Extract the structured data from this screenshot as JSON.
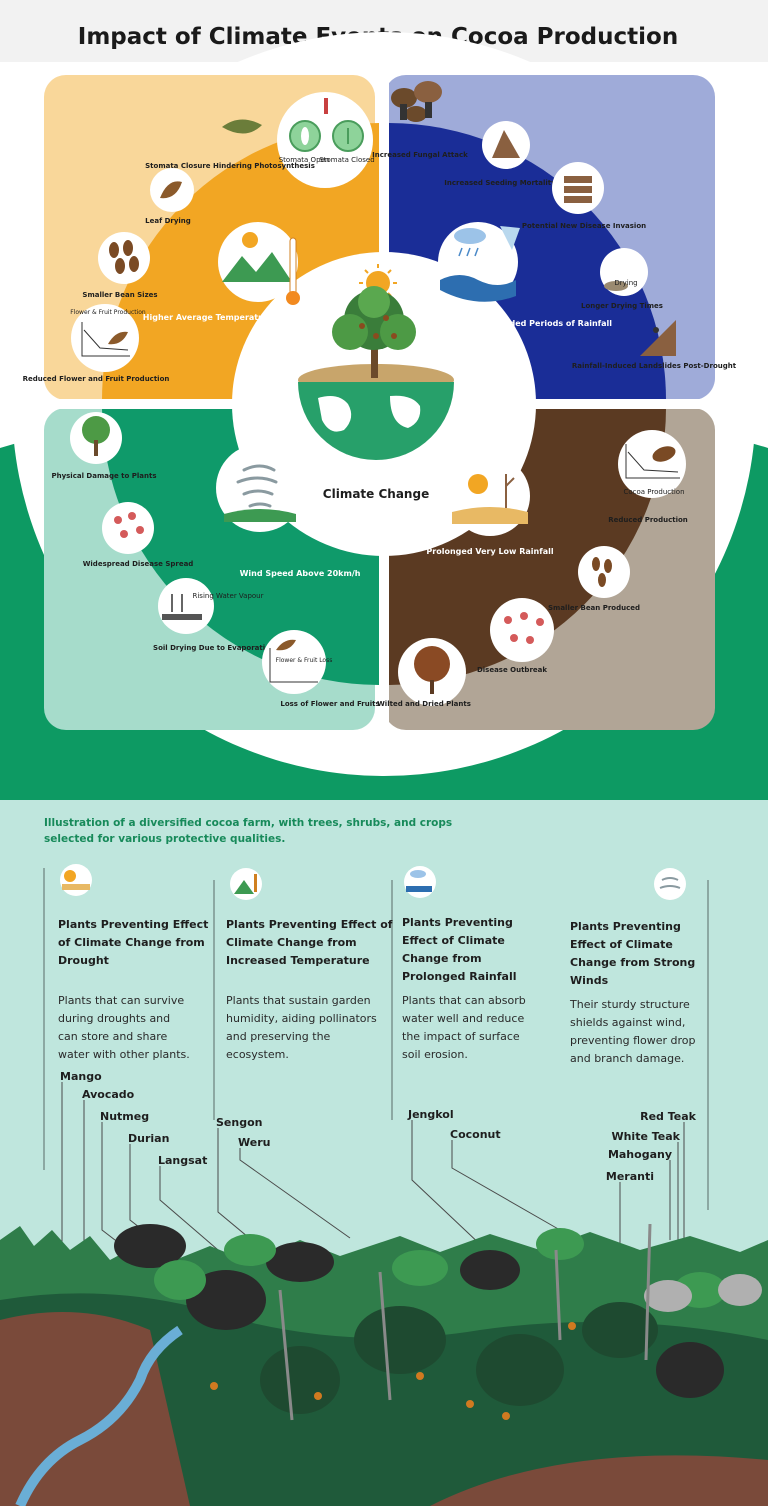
{
  "title": "Impact of Climate Events on Cocoa Production",
  "center_label": "Climate Change",
  "quadrants": [
    {
      "id": "temperature",
      "cause": "Higher Average Temperature",
      "colors": {
        "outer": "#f9d79a",
        "inner": "#f2a623"
      },
      "impacts": [
        "Stomata Closure Hindering Photosynthesis",
        "Leaf Drying",
        "Smaller Bean Sizes",
        "Reduced Flower and Fruit Production"
      ],
      "icon_labels": {
        "stomata_open": "Stomata Open",
        "stomata_closed": "Stomata Closed",
        "flower_fruit": "Flower & Fruit Production"
      }
    },
    {
      "id": "rainfall",
      "cause": "Extended Periods of Rainfall",
      "colors": {
        "outer": "#9fabd9",
        "inner": "#1a2d97"
      },
      "impacts": [
        "Increased Fungal Attack",
        "Increased Seeding Mortality",
        "Potential New Disease Invasion",
        "Longer Drying Times",
        "Rainfall-Induced Landslides Post-Drought"
      ],
      "icon_labels": {
        "drying": "Drying"
      }
    },
    {
      "id": "wind",
      "cause": "Wind Speed Above 20km/h",
      "colors": {
        "outer": "#a6dccb",
        "inner": "#0f9a6a"
      },
      "impacts": [
        "Physical Damage to Plants",
        "Widespread Disease Spread",
        "Soil Drying Due to Evaporation",
        "Loss of Flower and Fruits"
      ],
      "icon_labels": {
        "vapour": "Rising Water Vapour",
        "flower_loss": "Flower & Fruit Loss"
      }
    },
    {
      "id": "drought",
      "cause": "Prolonged Very Low Rainfall",
      "colors": {
        "outer": "#b1a596",
        "inner": "#5b3a22"
      },
      "impacts": [
        "Reduced Production",
        "Smaller Bean Produced",
        "Disease Outbreak",
        "Wilted and Dried Plants"
      ],
      "icon_labels": {
        "cocoa_production": "Cocoa Production"
      }
    }
  ],
  "farm": {
    "intro": "Illustration of a diversified cocoa farm, with trees, shrubs, and crops selected for various protective qualities.",
    "columns": [
      {
        "title": "Plants Preventing Effect of Climate Change from Drought",
        "description": "Plants that can survive during droughts and can store and share water with other plants.",
        "plants": [
          "Mango",
          "Avocado",
          "Nutmeg",
          "Durian",
          "Langsat"
        ]
      },
      {
        "title": "Plants Preventing Effect of Climate Change from Increased Temperature",
        "description": "Plants that sustain garden humidity, aiding pollinators and preserving the ecosystem.",
        "plants": [
          "Sengon",
          "Weru"
        ]
      },
      {
        "title": "Plants Preventing Effect of Climate Change from Prolonged Rainfall",
        "description": "Plants that can absorb water well and reduce the impact of surface soil erosion.",
        "plants": [
          "Jengkol",
          "Coconut"
        ]
      },
      {
        "title": "Plants Preventing Effect of Climate Change from Strong Winds",
        "description": "Their sturdy structure shields against wind, preventing flower drop and branch damage.",
        "plants": [
          "Red Teak",
          "White Teak",
          "Mahogany",
          "Meranti"
        ]
      }
    ]
  },
  "colors": {
    "green": "#0d9a63",
    "mint": "#bfe6dd",
    "title": "#1a1a1a"
  }
}
